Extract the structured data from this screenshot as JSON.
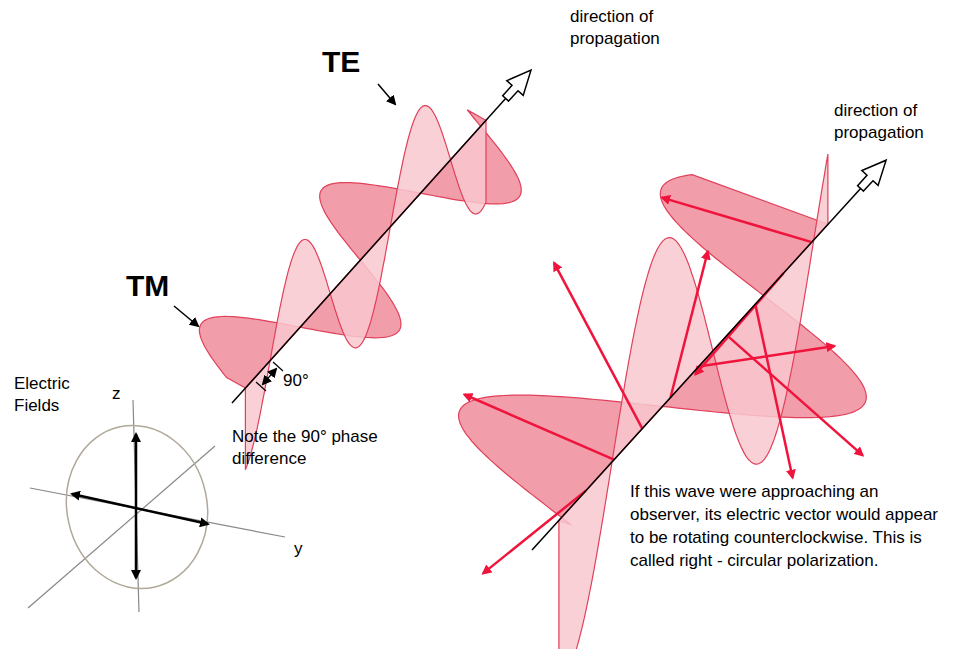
{
  "diagram": {
    "labels": [
      "TE",
      "TM",
      "direction of propagation",
      "direction of propagation",
      "90°",
      "Note the 90° phase difference",
      "Electric Fields",
      "z",
      "y",
      "If this wave were approaching an observer, its electric vector would appear to be rotating counterclockwise. This is called right - circular polarization."
    ]
  }
}
